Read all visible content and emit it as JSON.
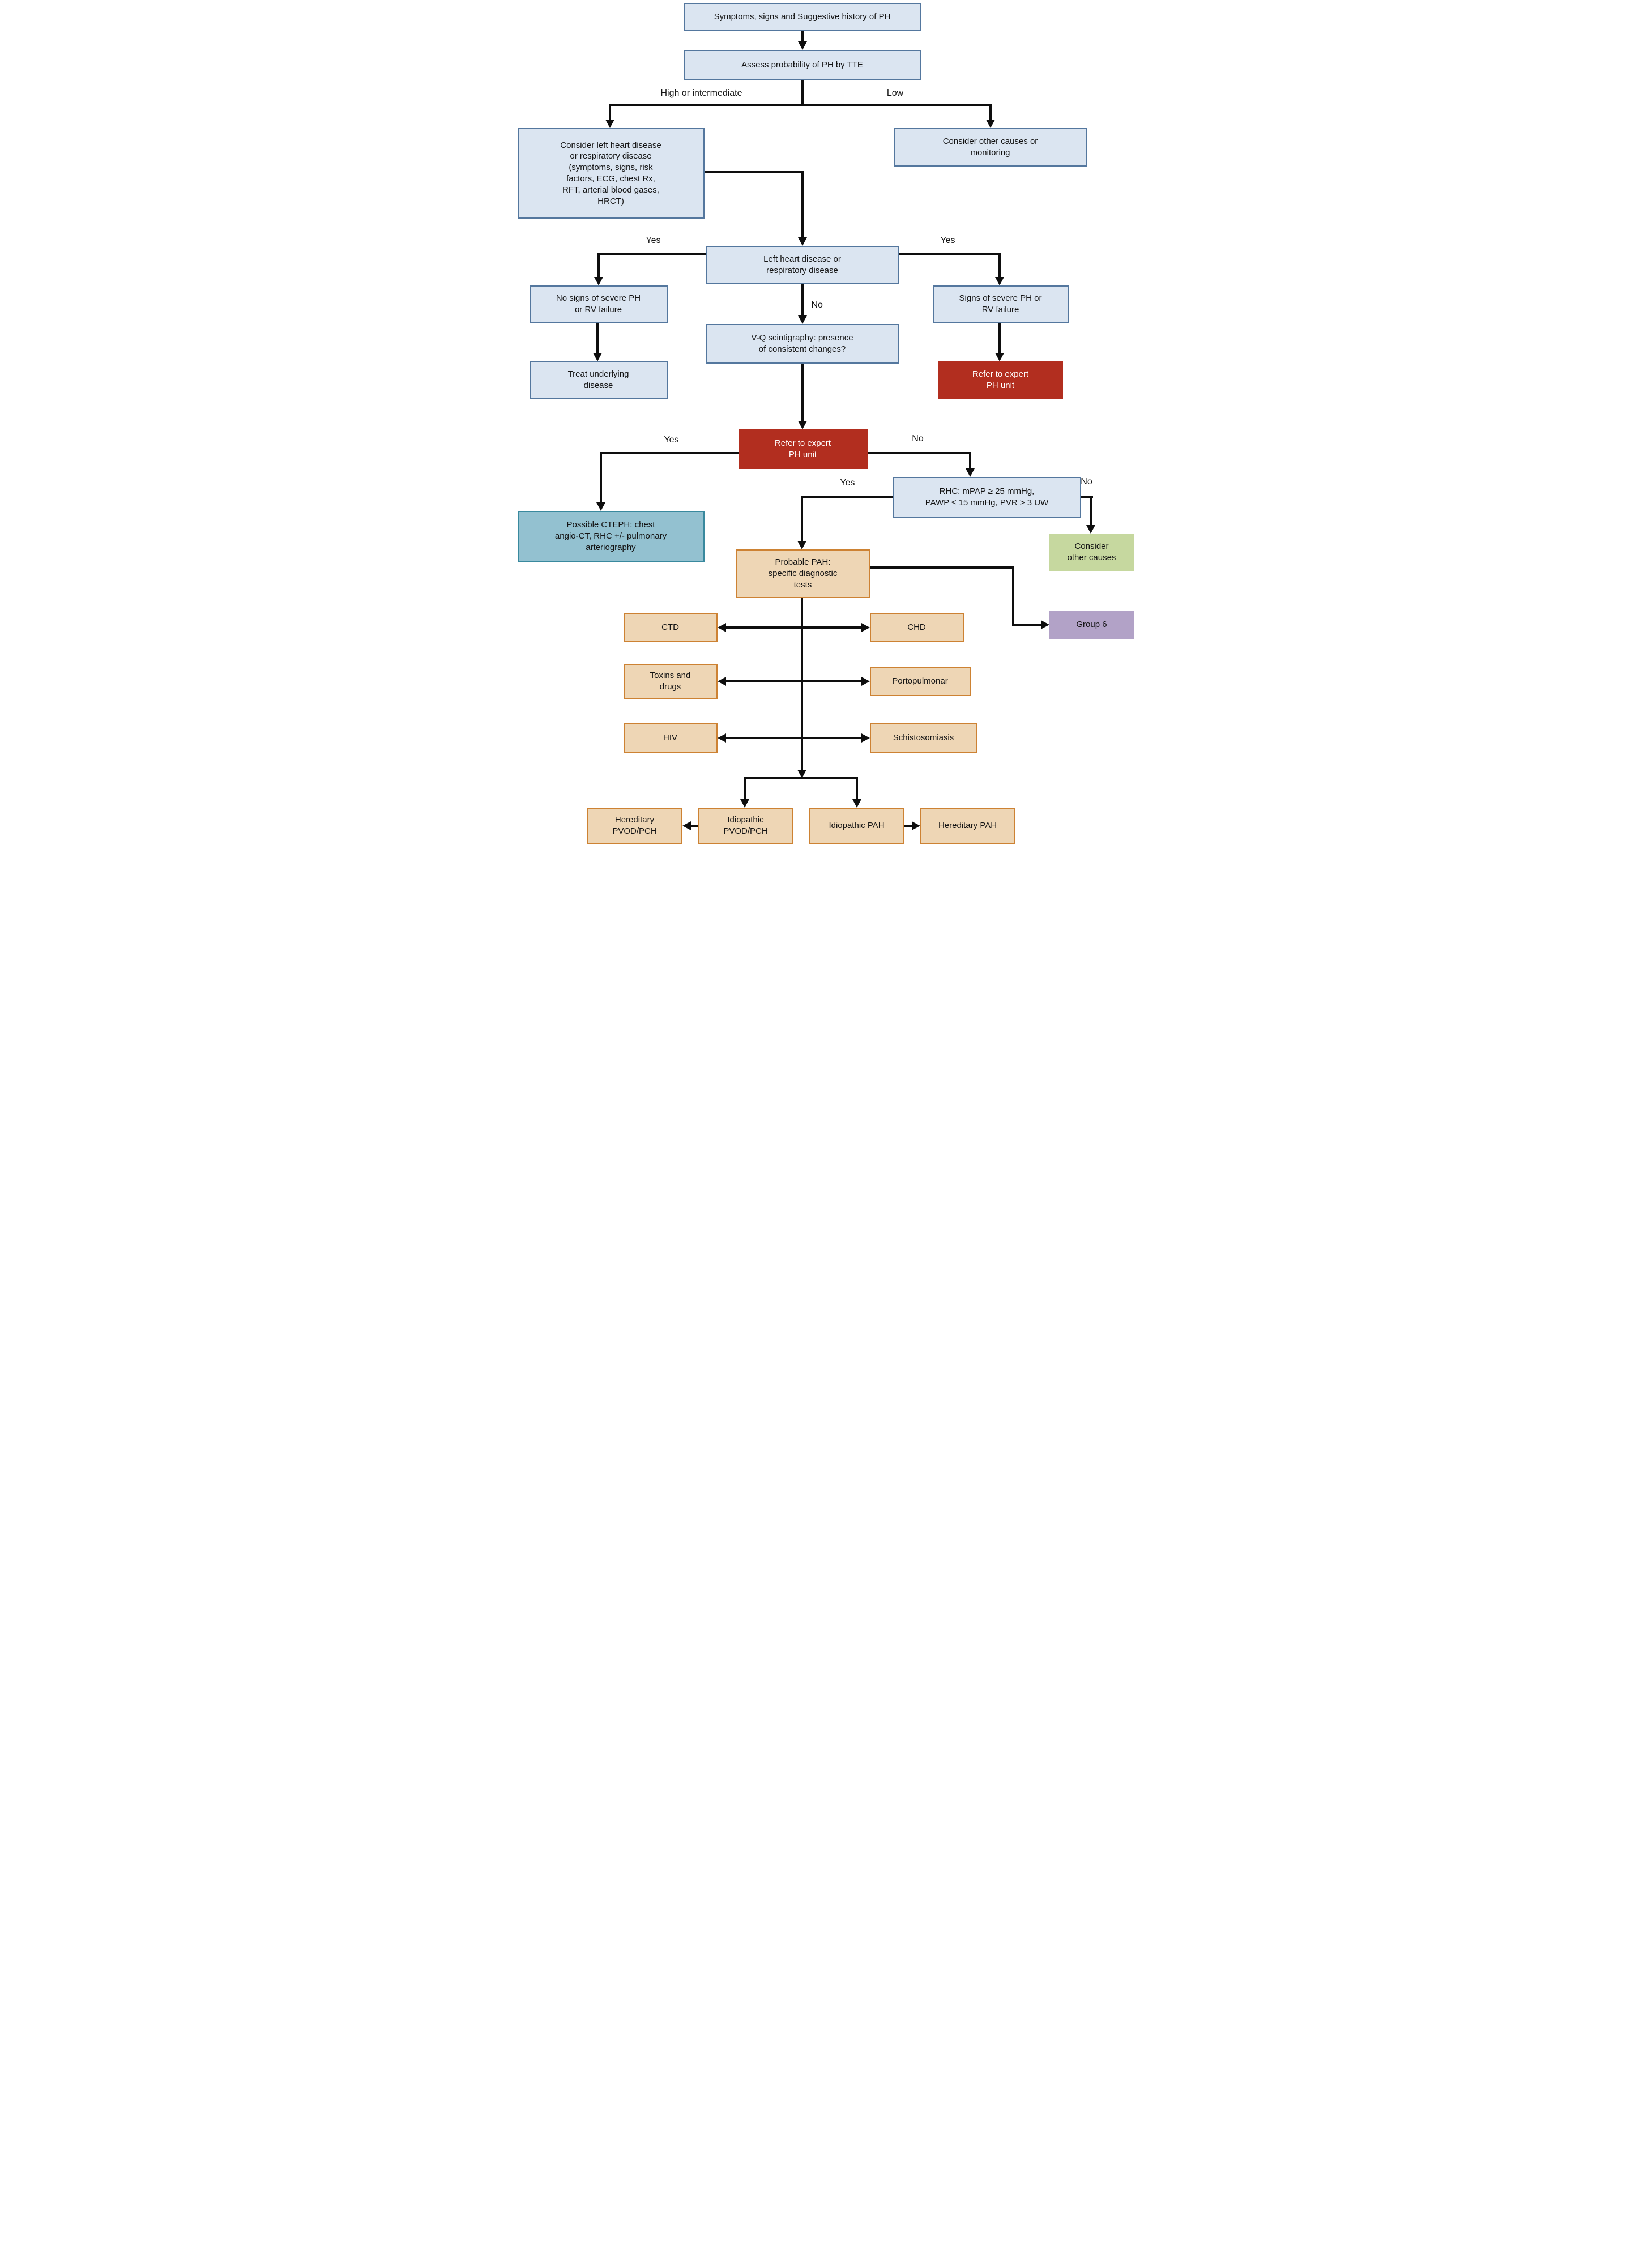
{
  "figure": {
    "description": "Diagnostic algorithm flowchart for pulmonary hypertension (PH)"
  },
  "nodes": {
    "symptoms": {
      "label": "Symptoms, signs and Suggestive history of PH"
    },
    "assess": {
      "label": "Assess probability of PH by TTE"
    },
    "consider_lhd": {
      "label": "Consider left heart disease\nor respiratory disease\n(symptoms, signs, risk\nfactors, ECG, chest Rx,\nRFT, arterial blood gases,\nHRCT)"
    },
    "consider_monitor": {
      "label": "Consider other causes or\nmonitoring"
    },
    "lhd_or_resp": {
      "label": "Left heart disease or\nrespiratory disease"
    },
    "no_signs": {
      "label": "No signs of severe PH\nor RV failure"
    },
    "treat": {
      "label": "Treat underlying\ndisease"
    },
    "signs": {
      "label": "Signs of severe PH or\nRV failure"
    },
    "refer_right": {
      "label": "Refer to expert\nPH unit"
    },
    "vq": {
      "label": "V-Q scintigraphy: presence\nof consistent changes?"
    },
    "refer_center": {
      "label": "Refer to expert\nPH unit"
    },
    "cteph": {
      "label": "Possible CTEPH: chest\nangio-CT, RHC +/- pulmonary\narteriography"
    },
    "rhc": {
      "label": "RHC: mPAP ≥ 25 mmHg,\nPAWP ≤ 15 mmHg, PVR > 3 UW"
    },
    "consider_other": {
      "label": "Consider\nother causes"
    },
    "probable_pah": {
      "label": "Probable PAH:\nspecific diagnostic\ntests"
    },
    "group6": {
      "label": "Group 6"
    },
    "ctd": {
      "label": "CTD"
    },
    "chd": {
      "label": "CHD"
    },
    "toxins": {
      "label": "Toxins and\ndrugs"
    },
    "porto": {
      "label": "Portopulmonar"
    },
    "hiv": {
      "label": "HIV"
    },
    "schisto": {
      "label": "Schistosomiasis"
    },
    "hered_pvod": {
      "label": "Hereditary\nPVOD/PCH"
    },
    "idio_pvod": {
      "label": "Idiopathic\nPVOD/PCH"
    },
    "idio_pah": {
      "label": "Idiopathic PAH"
    },
    "hered_pah": {
      "label": "Hereditary PAH"
    }
  },
  "edge_labels": {
    "tte_high": "High or intermediate",
    "tte_low": "Low",
    "lhd_left": "Yes",
    "lhd_right": "Yes",
    "lhd_down": "No",
    "vq_left": "Yes",
    "vq_right": "No",
    "rhc_left": "Yes",
    "rhc_right": "No"
  },
  "colors": {
    "box_blue": "#dbe5f1",
    "box_blue_border": "#54779e",
    "box_red": "#b22e1f",
    "box_teal": "#93c1d0",
    "box_teal_border": "#39899e",
    "box_orange": "#eed6b5",
    "box_orange_border": "#cd8233",
    "box_green": "#c6d89f",
    "box_purple": "#b2a2c7",
    "line": "#0e0e0e"
  }
}
